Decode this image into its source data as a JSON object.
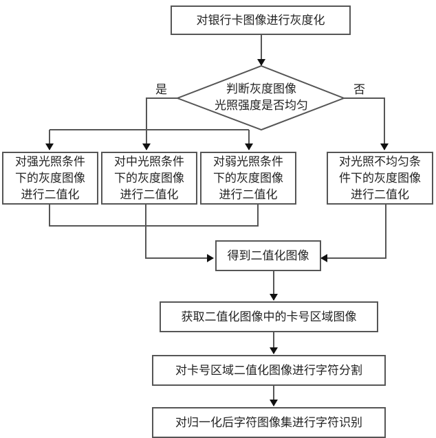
{
  "flowchart": {
    "start": "对银行卡图像进行灰度化",
    "decision": "判断灰度图像\n光照强度是否均匀",
    "yes_label": "是",
    "no_label": "否",
    "branch_strong": "对强光照条件\n下的灰度图像\n进行二值化",
    "branch_medium": "对中光照条件\n下的灰度图像\n进行二值化",
    "branch_weak": "对弱光照条件\n下的灰度图像\n进行二值化",
    "branch_uneven": "对光照不均匀条\n件下的灰度图像\n进行二值化",
    "binary": "得到二值化图像",
    "extract": "获取二值化图像中的卡号区域图像",
    "segment": "对卡号区域二值化图像进行字符分割",
    "recognize": "对归一化后字符图像集进行字符识别"
  }
}
